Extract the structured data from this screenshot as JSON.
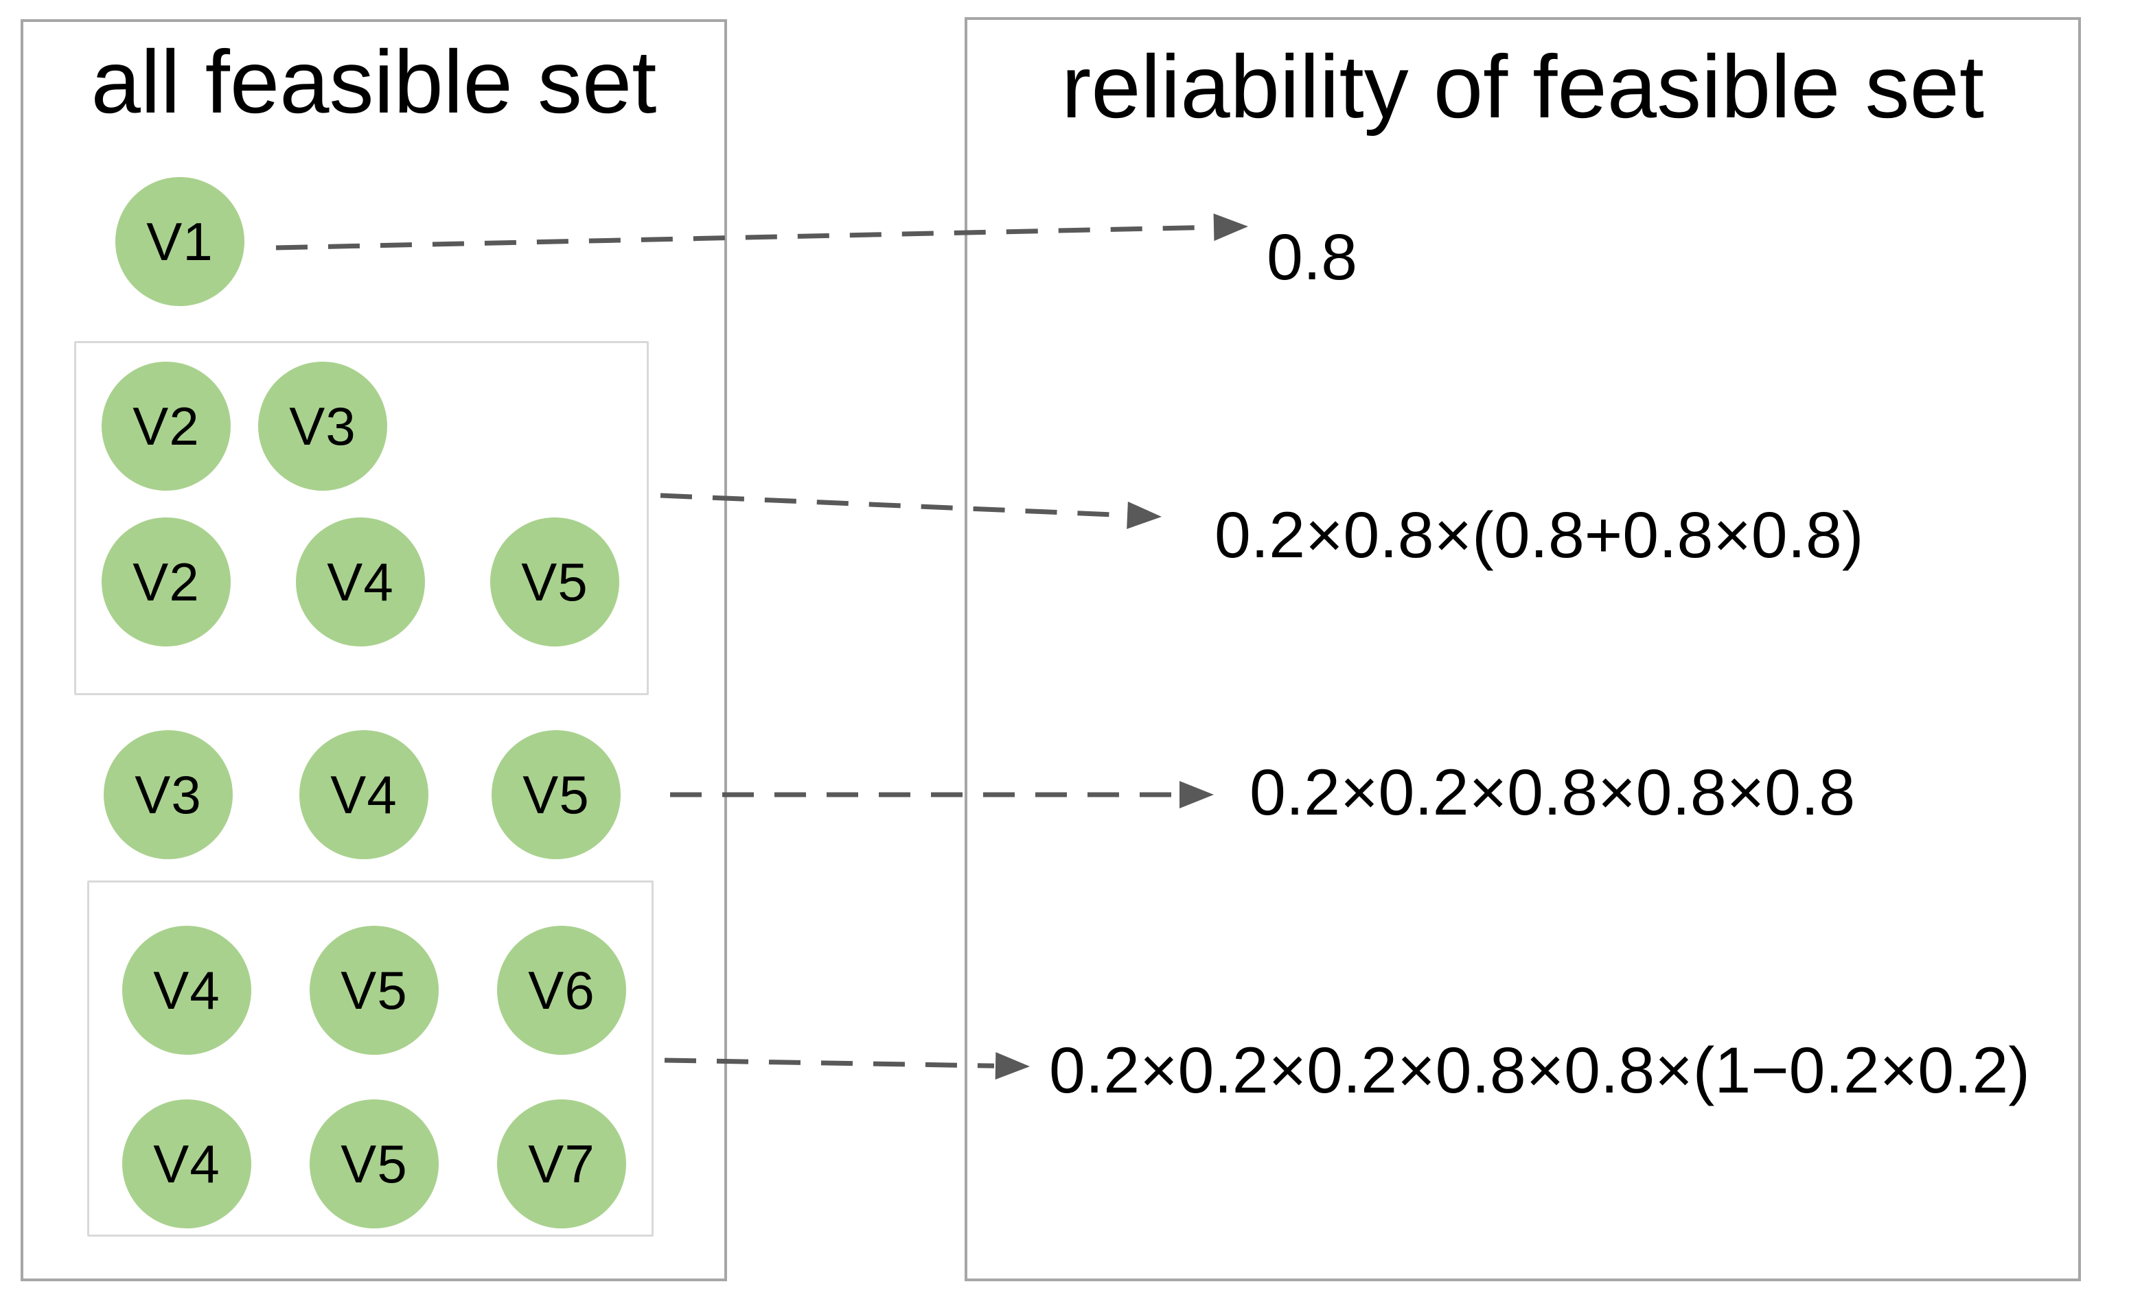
{
  "panels": {
    "left": {
      "title": "all feasible set"
    },
    "right": {
      "title": "reliability of feasible set"
    }
  },
  "feasible_sets": [
    {
      "boxed": false,
      "members": [
        [
          "V1"
        ]
      ],
      "reliability": "0.8"
    },
    {
      "boxed": true,
      "members": [
        [
          "V2",
          "V3"
        ],
        [
          "V2",
          "V4",
          "V5"
        ]
      ],
      "reliability": "0.2×0.8×(0.8+0.8×0.8)"
    },
    {
      "boxed": false,
      "members": [
        [
          "V3",
          "V4",
          "V5"
        ]
      ],
      "reliability": "0.2×0.2×0.8×0.8×0.8"
    },
    {
      "boxed": true,
      "members": [
        [
          "V4",
          "V5",
          "V6"
        ],
        [
          "V4",
          "V5",
          "V7"
        ]
      ],
      "reliability": "0.2×0.2×0.2×0.8×0.8×(1−0.2×0.2)"
    }
  ],
  "colors": {
    "node_fill": "#a9d18e",
    "node_text": "#000000",
    "arrow": "#595959",
    "panel_border": "#a6a6a6",
    "group_box_border": "#d9d9d9",
    "text": "#000000"
  }
}
